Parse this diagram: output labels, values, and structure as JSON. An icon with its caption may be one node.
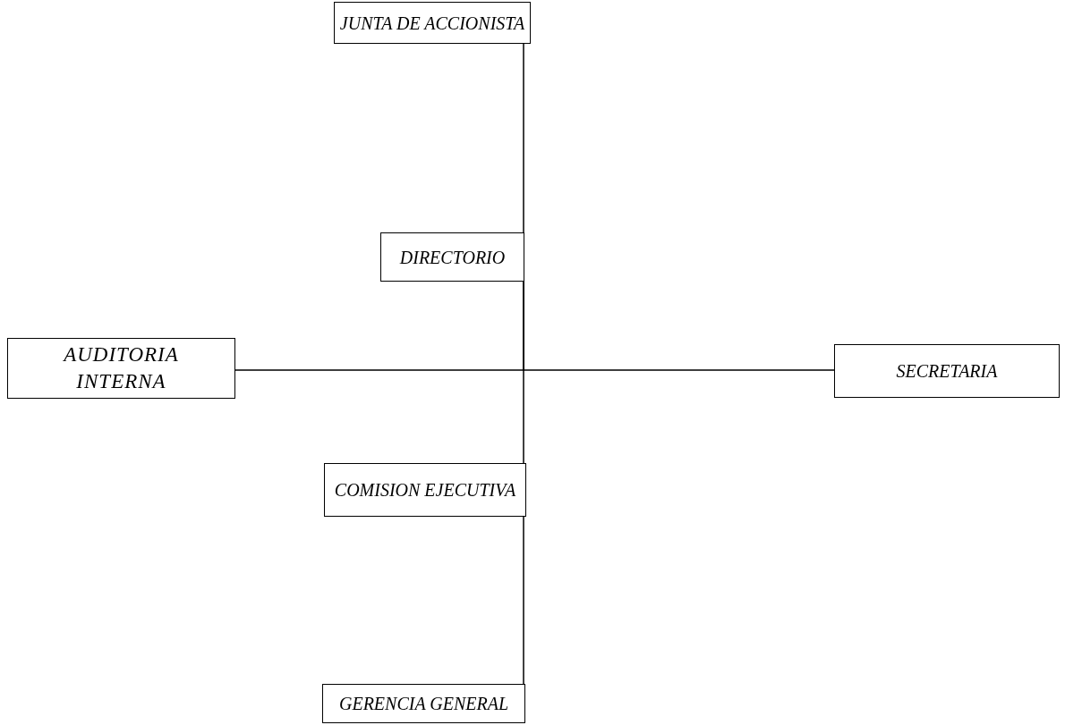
{
  "diagram": {
    "nodes": [
      {
        "text": [
          "JUNTA DE ACCIONISTA"
        ]
      },
      {
        "text": [
          "DIRECTORIO"
        ]
      },
      {
        "text": [
          "AUDITORIA INTERNA"
        ]
      },
      {
        "text": [
          "SECRETARIA"
        ]
      },
      {
        "text": [
          "COMISION EJECUTIVA"
        ]
      },
      {
        "text": [
          "GERENCIA GENERAL"
        ]
      }
    ],
    "edges": [
      {
        "from": 0,
        "to": 1,
        "arrow": "none"
      },
      {
        "from": 1,
        "to": 2,
        "arrow": "none"
      },
      {
        "from": 1,
        "to": 3,
        "arrow": "none"
      },
      {
        "from": 1,
        "to": 4,
        "arrow": "none"
      },
      {
        "from": 4,
        "to": 5,
        "arrow": "none"
      }
    ]
  }
}
